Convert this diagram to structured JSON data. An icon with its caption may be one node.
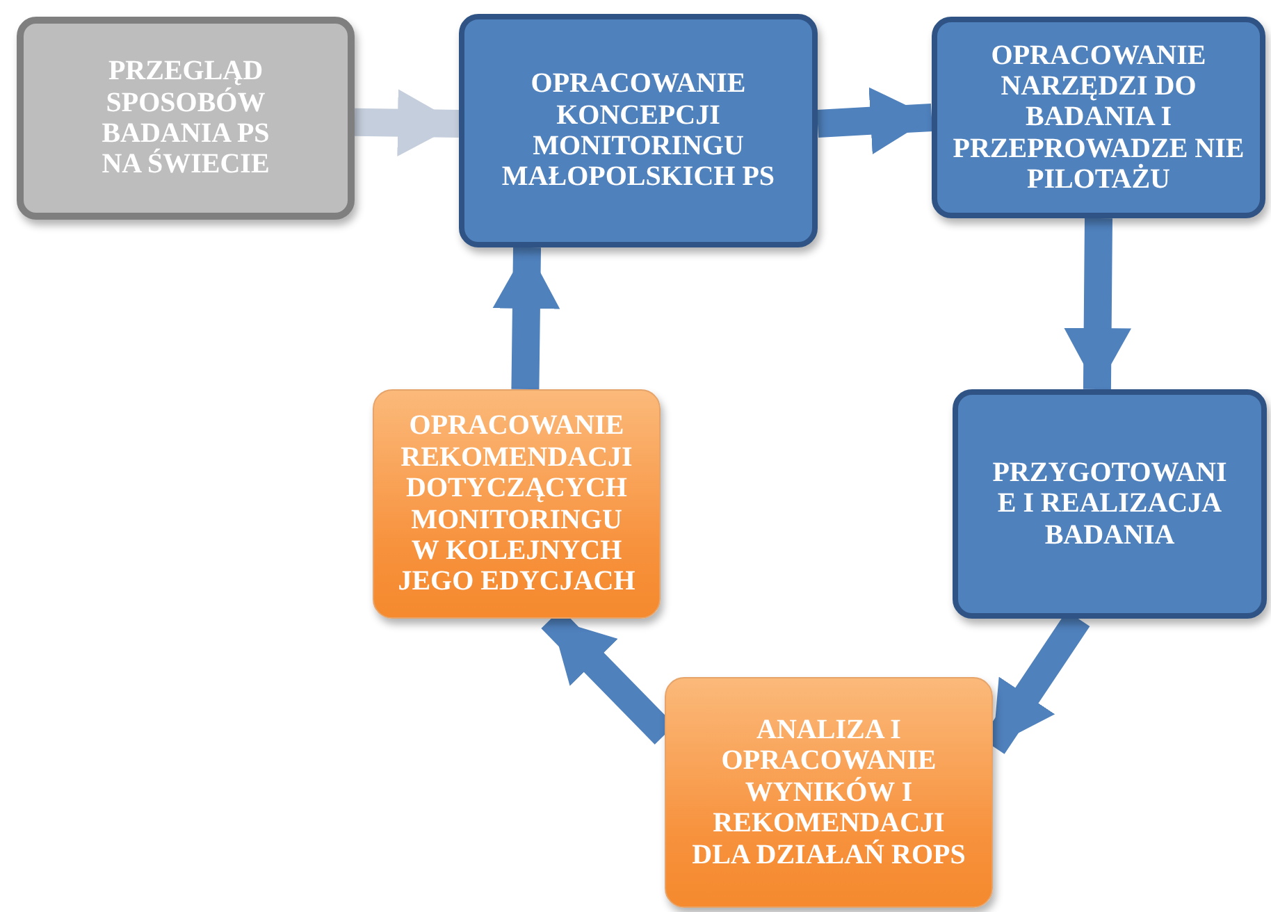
{
  "diagram": {
    "nodes": [
      {
        "text": [
          "PRZEGLĄD SPOSOBÓW BADANIA PS NA ŚWIECIE"
        ]
      },
      {
        "text": [
          "OPRACOWANIE KONCEPCJI MONITORINGU MAŁOPOLSKICH PS"
        ]
      },
      {
        "text": [
          "OPRACOWANIE NARZĘDZI DO BADANIA I PRZEPROWADZE NIE PILOTAŻU"
        ]
      },
      {
        "text": [
          "PRZYGOTOWANI E I REALIZACJA BADANIA"
        ]
      },
      {
        "text": [
          "ANALIZA I OPRACOWANIE WYNIKÓW I REKOMENDACJI DLA DZIAŁAŃ ROPS"
        ]
      },
      {
        "text": [
          "OPRACOWANIE REKOMENDACJI DOTYCZĄCYCH MONITORINGU W KOLEJNYCH JEGO EDYCJACH"
        ]
      }
    ],
    "edges": [
      {
        "from": 0,
        "to": 1,
        "arrow": "to",
        "color": "#c5cedc"
      },
      {
        "from": 1,
        "to": 2,
        "arrow": "to"
      },
      {
        "from": 2,
        "to": 3,
        "arrow": "to"
      },
      {
        "from": 3,
        "to": 4,
        "arrow": "to"
      },
      {
        "from": 4,
        "to": 5,
        "arrow": "to"
      },
      {
        "from": 5,
        "to": 1,
        "arrow": "to"
      }
    ]
  }
}
